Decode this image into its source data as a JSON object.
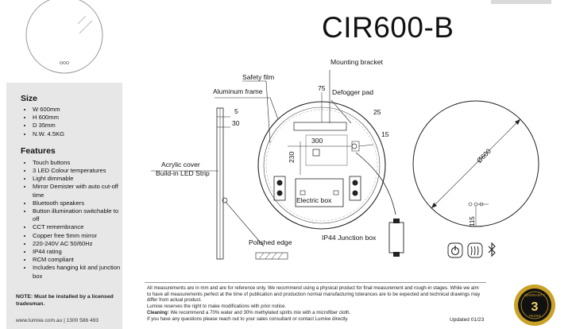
{
  "title": "CIR600-B",
  "size": {
    "heading": "Size",
    "items": [
      "W 600mm",
      "H 600mm",
      "D 35mm",
      "N.W. 4.5KG"
    ]
  },
  "features": {
    "heading": "Features",
    "items": [
      "Touch buttons",
      "3 LED Colour temperatures",
      "Light dimmable",
      "Mirror Demister with auto cut-off time",
      "Bluetooth speakers",
      "Button illumination switchable to off",
      "CCT remembrance",
      "Copper free 5mm mirror",
      "220-240V AC 50/60Hz",
      "IP44 rating",
      "RCM compliant",
      "Includes hanging kit and junction box"
    ]
  },
  "note": "NOTE: Must be installed by a licensed tradesman.",
  "contact": "www.lumixe.com.au  |  1300 586 493",
  "labels": {
    "safety_film": "Safety film",
    "mounting_bracket": "Mounting bracket",
    "aluminum_frame": "Aluminum frame",
    "defogger_pad": "Defogger pad",
    "acrylic_cover": "Acrylic cover",
    "build_in_led": "Build-in LED Strip",
    "electric_box": "Electric box",
    "ip44": "IP44 Junction box",
    "polished_edge": "Polished edge"
  },
  "dimensions": {
    "d5": "5",
    "d30": "30",
    "d75": "75",
    "d300": "300",
    "d230": "230",
    "d25": "25",
    "d15": "15",
    "diameter": "Ø600",
    "d115": "115"
  },
  "disclaimer": [
    "All measurements are in mm and are for reference only.  We recommend using a physical product for final measurement and rough-in stages.   While we aim to have all measurements perfect at the time of publication and production normal manufacturing tolerances are to be expected and technical drawings may differ from actual product.",
    "Lumixe reserves the right to make modifications with prior notice."
  ],
  "cleaning_label": "Cleaning:",
  "cleaning_text": " We recommend a 70% water and 30% methylated spirits mix with a microfiber cloth.",
  "contact_line": "If you have any questions please reach out to your sales consultant or contact Lumixe directly.",
  "updated": "Updated 01/23",
  "warranty": {
    "top": "WARRANTY",
    "number": "3",
    "bottom": "YEARS"
  }
}
